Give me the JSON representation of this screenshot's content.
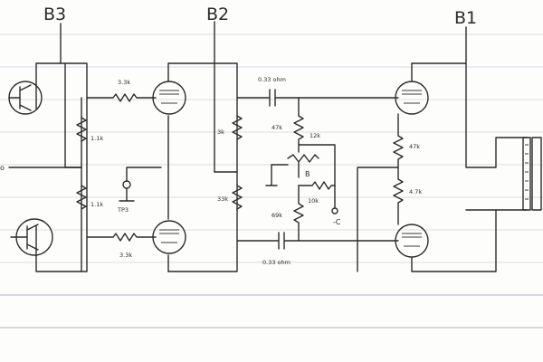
{
  "stages": {
    "b3": "B3",
    "b2": "B2",
    "b1": "B1"
  },
  "components": {
    "r_3k3_top": "3.3k",
    "r_3k3_bottom": "3.3k",
    "r_1k_upper": "1.1k",
    "r_1k_lower": "1.1k",
    "tp_label": "TP3",
    "r_3k_upper": "3k",
    "r_3k_lower": "33k",
    "cap_top": "0.33 ohm",
    "cap_bottom": "0.33 ohm",
    "r_47k": "47k",
    "r_12k": "12k",
    "r_10k": "10k",
    "r_69k": "69k",
    "r_47k_b1": "47k",
    "r_47k_b1_lower": "4.7k",
    "pot_label": "B",
    "node_c": "-C",
    "node_in": "o"
  }
}
